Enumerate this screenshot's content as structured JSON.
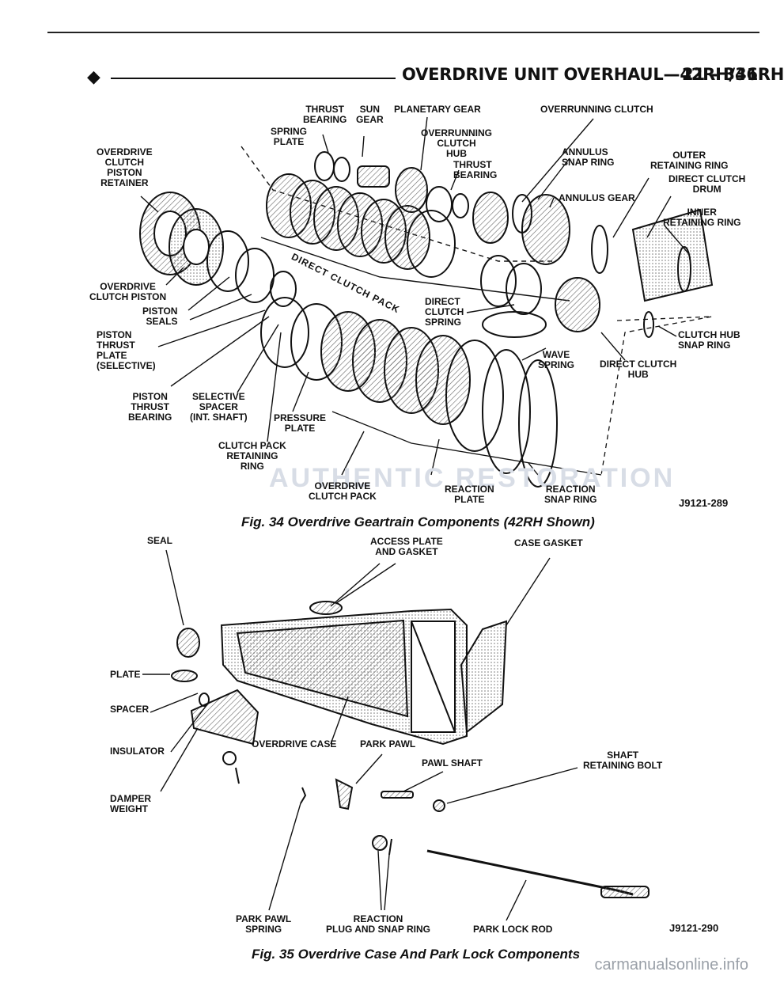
{
  "header": {
    "title": "OVERDRIVE UNIT OVERHAUL—42RH/46RH",
    "page": "21 - 331"
  },
  "figure34": {
    "caption": "Fig. 34 Overdrive Geartrain Components (42RH Shown)",
    "code": "J9121-289",
    "labels": {
      "thrust_bearing": "THRUST\nBEARING",
      "sun_gear": "SUN\nGEAR",
      "planetary_gear": "PLANETARY GEAR",
      "overrunning_clutch": "OVERRUNNING CLUTCH",
      "spring_plate": "SPRING\nPLATE",
      "overrunning_clutch_hub": "OVERRUNNING\nCLUTCH\nHUB",
      "thrust_bearing_2": "THRUST\nBEARING",
      "overdrive_clutch_piston_retainer": "OVERDRIVE\nCLUTCH\nPISTON\nRETAINER",
      "annulus_snap_ring": "ANNULUS\nSNAP RING",
      "outer_retaining_ring": "OUTER\nRETAINING RING",
      "direct_clutch_drum": "DIRECT CLUTCH\nDRUM",
      "annulus_gear": "ANNULUS GEAR",
      "inner_retaining_ring": "INNER\nRETAINING RING",
      "direct_clutch_pack": "DIRECT CLUTCH PACK",
      "overdrive_clutch_piston": "OVERDRIVE\nCLUTCH PISTON",
      "piston_seals": "PISTON\nSEALS",
      "direct_clutch_spring": "DIRECT\nCLUTCH\nSPRING",
      "piston_thrust_plate": "PISTON\nTHRUST\nPLATE\n(SELECTIVE)",
      "clutch_hub_snap_ring": "CLUTCH HUB\nSNAP RING",
      "wave_spring": "WAVE\nSPRING",
      "direct_clutch_hub": "DIRECT CLUTCH\nHUB",
      "piston_thrust_bearing": "PISTON\nTHRUST\nBEARING",
      "selective_spacer": "SELECTIVE\nSPACER\n(INT. SHAFT)",
      "pressure_plate": "PRESSURE\nPLATE",
      "clutch_pack_retaining_ring": "CLUTCH PACK\nRETAINING\nRING",
      "overdrive_clutch_pack": "OVERDRIVE\nCLUTCH PACK",
      "reaction_plate": "REACTION\nPLATE",
      "reaction_snap_ring": "REACTION\nSNAP RING"
    }
  },
  "figure35": {
    "caption": "Fig. 35 Overdrive Case And Park Lock Components",
    "code": "J9121-290",
    "labels": {
      "seal": "SEAL",
      "access_plate_and_gasket": "ACCESS PLATE\nAND GASKET",
      "case_gasket": "CASE GASKET",
      "plate": "PLATE",
      "spacer": "SPACER",
      "insulator": "INSULATOR",
      "overdrive_case": "OVERDRIVE CASE",
      "park_pawl": "PARK PAWL",
      "pawl_shaft": "PAWL SHAFT",
      "shaft_retaining_bolt": "SHAFT\nRETAINING BOLT",
      "damper_weight": "DAMPER\nWEIGHT",
      "park_pawl_spring": "PARK PAWL\nSPRING",
      "reaction_plug_and_snap_ring": "REACTION\nPLUG AND SNAP RING",
      "park_lock_rod": "PARK LOCK ROD"
    }
  },
  "watermark": "AUTHENTIC RESTORATION",
  "footer": "carmanualsonline.info"
}
